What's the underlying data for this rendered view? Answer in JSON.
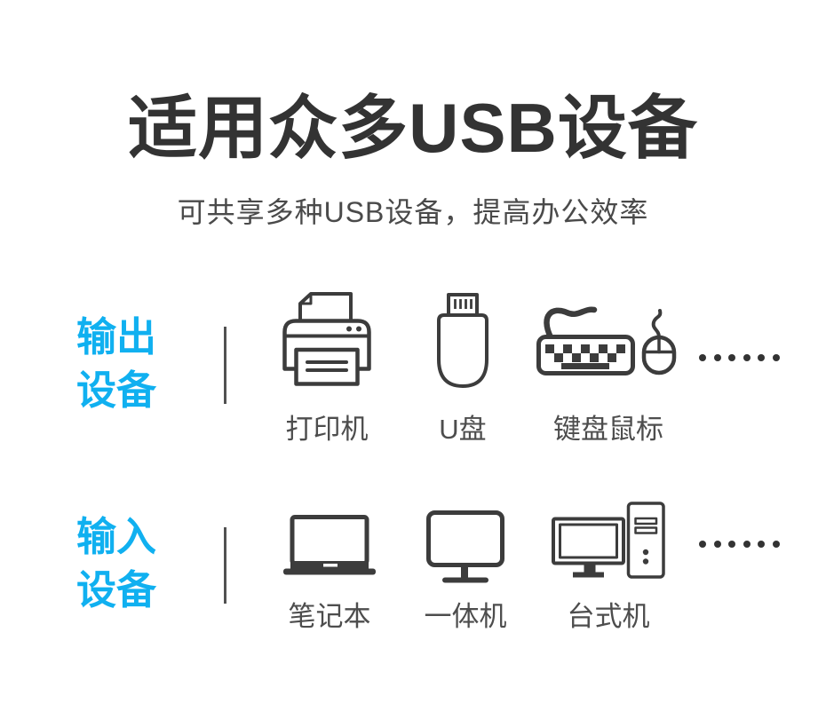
{
  "header": {
    "title": "适用众多USB设备",
    "subtitle": "可共享多种USB设备，提高办公效率"
  },
  "colors": {
    "accent_blue": "#10b0f0",
    "title_text": "#333333",
    "label_text": "#4d4d4d",
    "icon_stroke": "#3c3c3c",
    "background": "#ffffff"
  },
  "rows": [
    {
      "category": {
        "line1": "输出",
        "line2": "设备"
      },
      "devices": [
        {
          "icon": "printer-icon",
          "label": "打印机"
        },
        {
          "icon": "usb-drive-icon",
          "label": "U盘"
        },
        {
          "icon": "keyboard-mouse-icon",
          "label": "键盘鼠标"
        }
      ],
      "more_icon": "six-dots-ellipsis"
    },
    {
      "category": {
        "line1": "输入",
        "line2": "设备"
      },
      "devices": [
        {
          "icon": "laptop-icon",
          "label": "笔记本"
        },
        {
          "icon": "all-in-one-pc-icon",
          "label": "一体机"
        },
        {
          "icon": "desktop-pc-icon",
          "label": "台式机"
        }
      ],
      "more_icon": "six-dots-ellipsis"
    }
  ]
}
